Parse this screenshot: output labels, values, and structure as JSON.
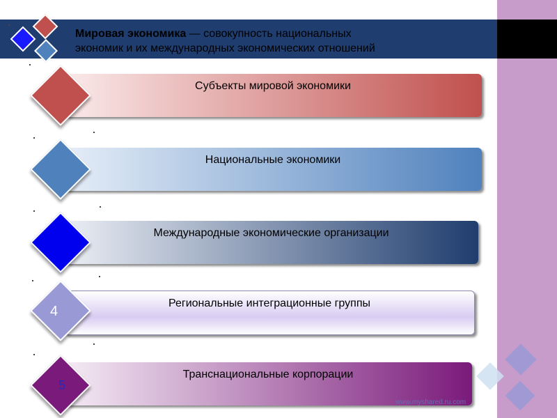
{
  "title": {
    "bold": "Мировая экономика",
    "rest_line1": " — совокупность национальных",
    "line2": "экономик и их международных экономических отношений"
  },
  "rows": [
    {
      "label": "Субъекты мировой экономики",
      "number": ""
    },
    {
      "label": "Национальные экономики",
      "number": ""
    },
    {
      "label": "Международные экономические организации",
      "number": ""
    },
    {
      "label": "Региональные интеграционные группы",
      "number": "4"
    },
    {
      "label": "Транснациональные корпорации",
      "number": "5"
    }
  ],
  "watermark": "www.myshared.ru.com",
  "colors": {
    "title_bar": "#1f3d6e",
    "side_band": "#c79ccb",
    "red": "#c0504d",
    "blue": "#4f81bd",
    "navy": "#1f3d6e",
    "lavender": "#9999d6",
    "purple": "#7a1a7a"
  }
}
